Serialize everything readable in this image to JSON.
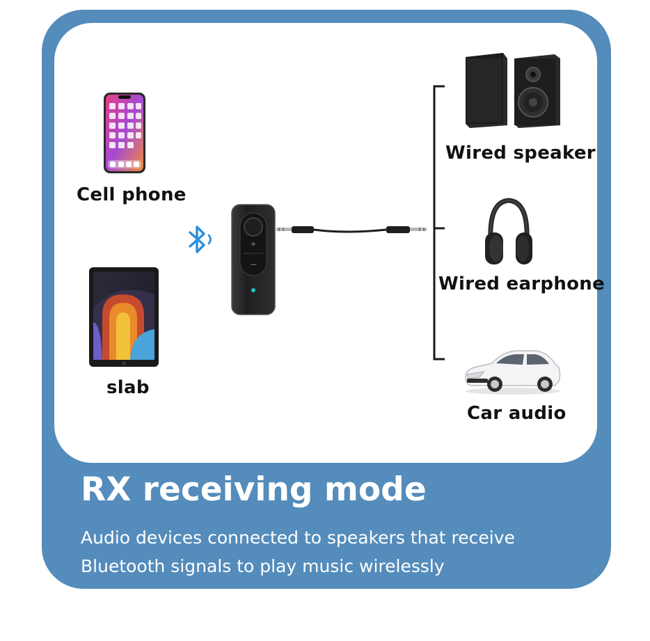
{
  "devices": {
    "sources": [
      {
        "label": "Cell phone",
        "icon": "phone-icon"
      },
      {
        "label": "slab",
        "icon": "tablet-icon"
      }
    ],
    "outputs": [
      {
        "label": "Wired speaker",
        "icon": "speaker-icon"
      },
      {
        "label": "Wired earphone",
        "icon": "headphone-icon"
      },
      {
        "label": "Car audio",
        "icon": "car-icon"
      }
    ],
    "connection_icon": "bluetooth-icon",
    "adapter_icon": "bluetooth-receiver-icon"
  },
  "footer": {
    "title": "RX receiving mode",
    "description": "Audio devices connected to speakers that receive Bluetooth signals to play music wirelessly"
  },
  "colors": {
    "card_blue": "#548cbb",
    "bluetooth_blue": "#2b8fde",
    "device_black": "#1d1d1f"
  }
}
